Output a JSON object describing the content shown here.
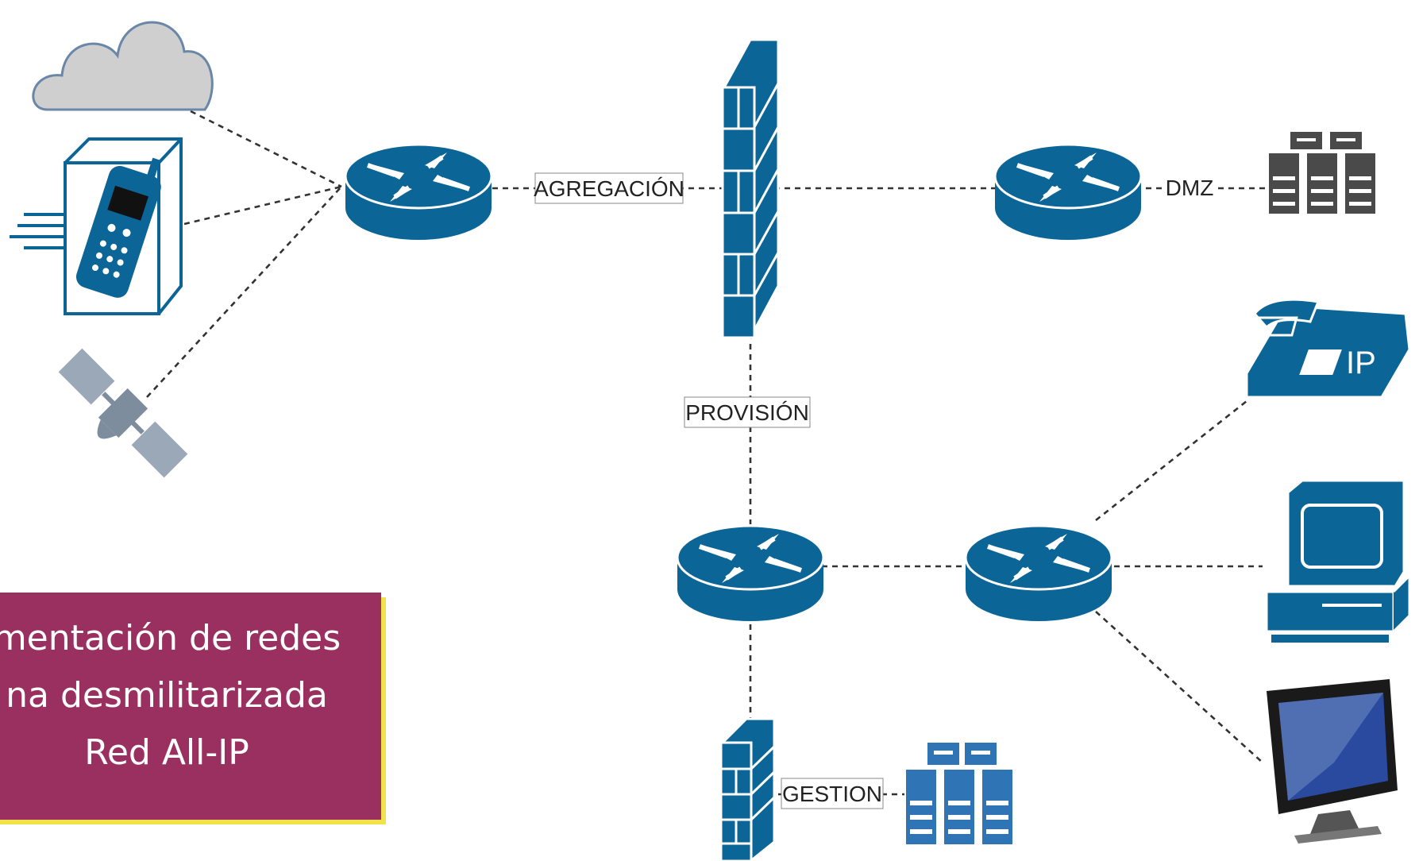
{
  "diagram": {
    "labels": {
      "agregacion": "AGREGACIÓN",
      "dmz": "DMZ",
      "provision": "PROVISIÓN",
      "gestion": "GESTION",
      "ip_phone": "IP"
    },
    "caption": {
      "line1": "mentación de redes",
      "line2": "na desmilitarizada",
      "line3": "Red All-IP"
    },
    "colors": {
      "device_blue": "#0b6596",
      "server_blue": "#2f74b5",
      "server_dark": "#4a4a4a",
      "cloud": "#cfcfcf",
      "satellite": "#8a9aaa",
      "caption_bg": "#9a3060",
      "caption_shadow": "#f1e24a"
    },
    "icons": [
      "cloud-icon",
      "mobile-phone-icon",
      "satellite-icon",
      "router-icon",
      "firewall-icon",
      "server-icon",
      "ip-phone-icon",
      "desktop-computer-icon",
      "monitor-icon"
    ]
  }
}
